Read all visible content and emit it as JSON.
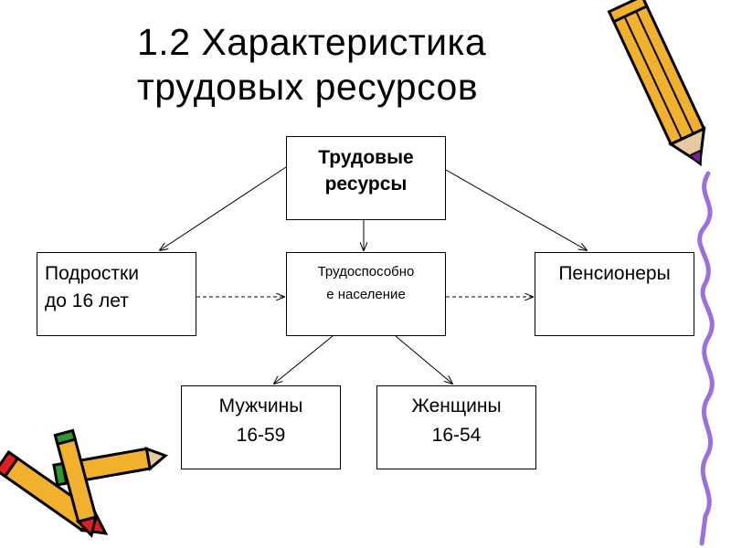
{
  "title": {
    "line1": "1.2 Характеристика",
    "line2": "трудовых ресурсов"
  },
  "nodes": {
    "root": {
      "line1": "Трудовые",
      "line2": "ресурсы"
    },
    "teens": {
      "line1": "Подростки",
      "line2": "до 16 лет"
    },
    "able": {
      "line1": "Трудоспособно",
      "line2": "е население"
    },
    "pensioners": {
      "line1": "Пенсионеры"
    },
    "men": {
      "line1": "Мужчины",
      "line2": "16-59"
    },
    "women": {
      "line1": "Женщины",
      "line2": "16-54"
    }
  },
  "edges": [
    {
      "from": "root",
      "to": "teens",
      "style": "solid"
    },
    {
      "from": "root",
      "to": "able",
      "style": "solid"
    },
    {
      "from": "root",
      "to": "pensioners",
      "style": "solid"
    },
    {
      "from": "teens",
      "to": "able",
      "style": "dashed"
    },
    {
      "from": "able",
      "to": "pensioners",
      "style": "dashed"
    },
    {
      "from": "able",
      "to": "men",
      "style": "solid"
    },
    {
      "from": "able",
      "to": "women",
      "style": "solid"
    }
  ],
  "decorations": [
    "pencil-icon",
    "squiggle-line-icon",
    "crayons-icon"
  ],
  "colors": {
    "pencil_body": "#f2b12c",
    "pencil_tip": "#7a1fa2",
    "squiggle": "#9b6fe0",
    "crayon_red": "#e02020",
    "crayon_green": "#2e9a2e"
  }
}
